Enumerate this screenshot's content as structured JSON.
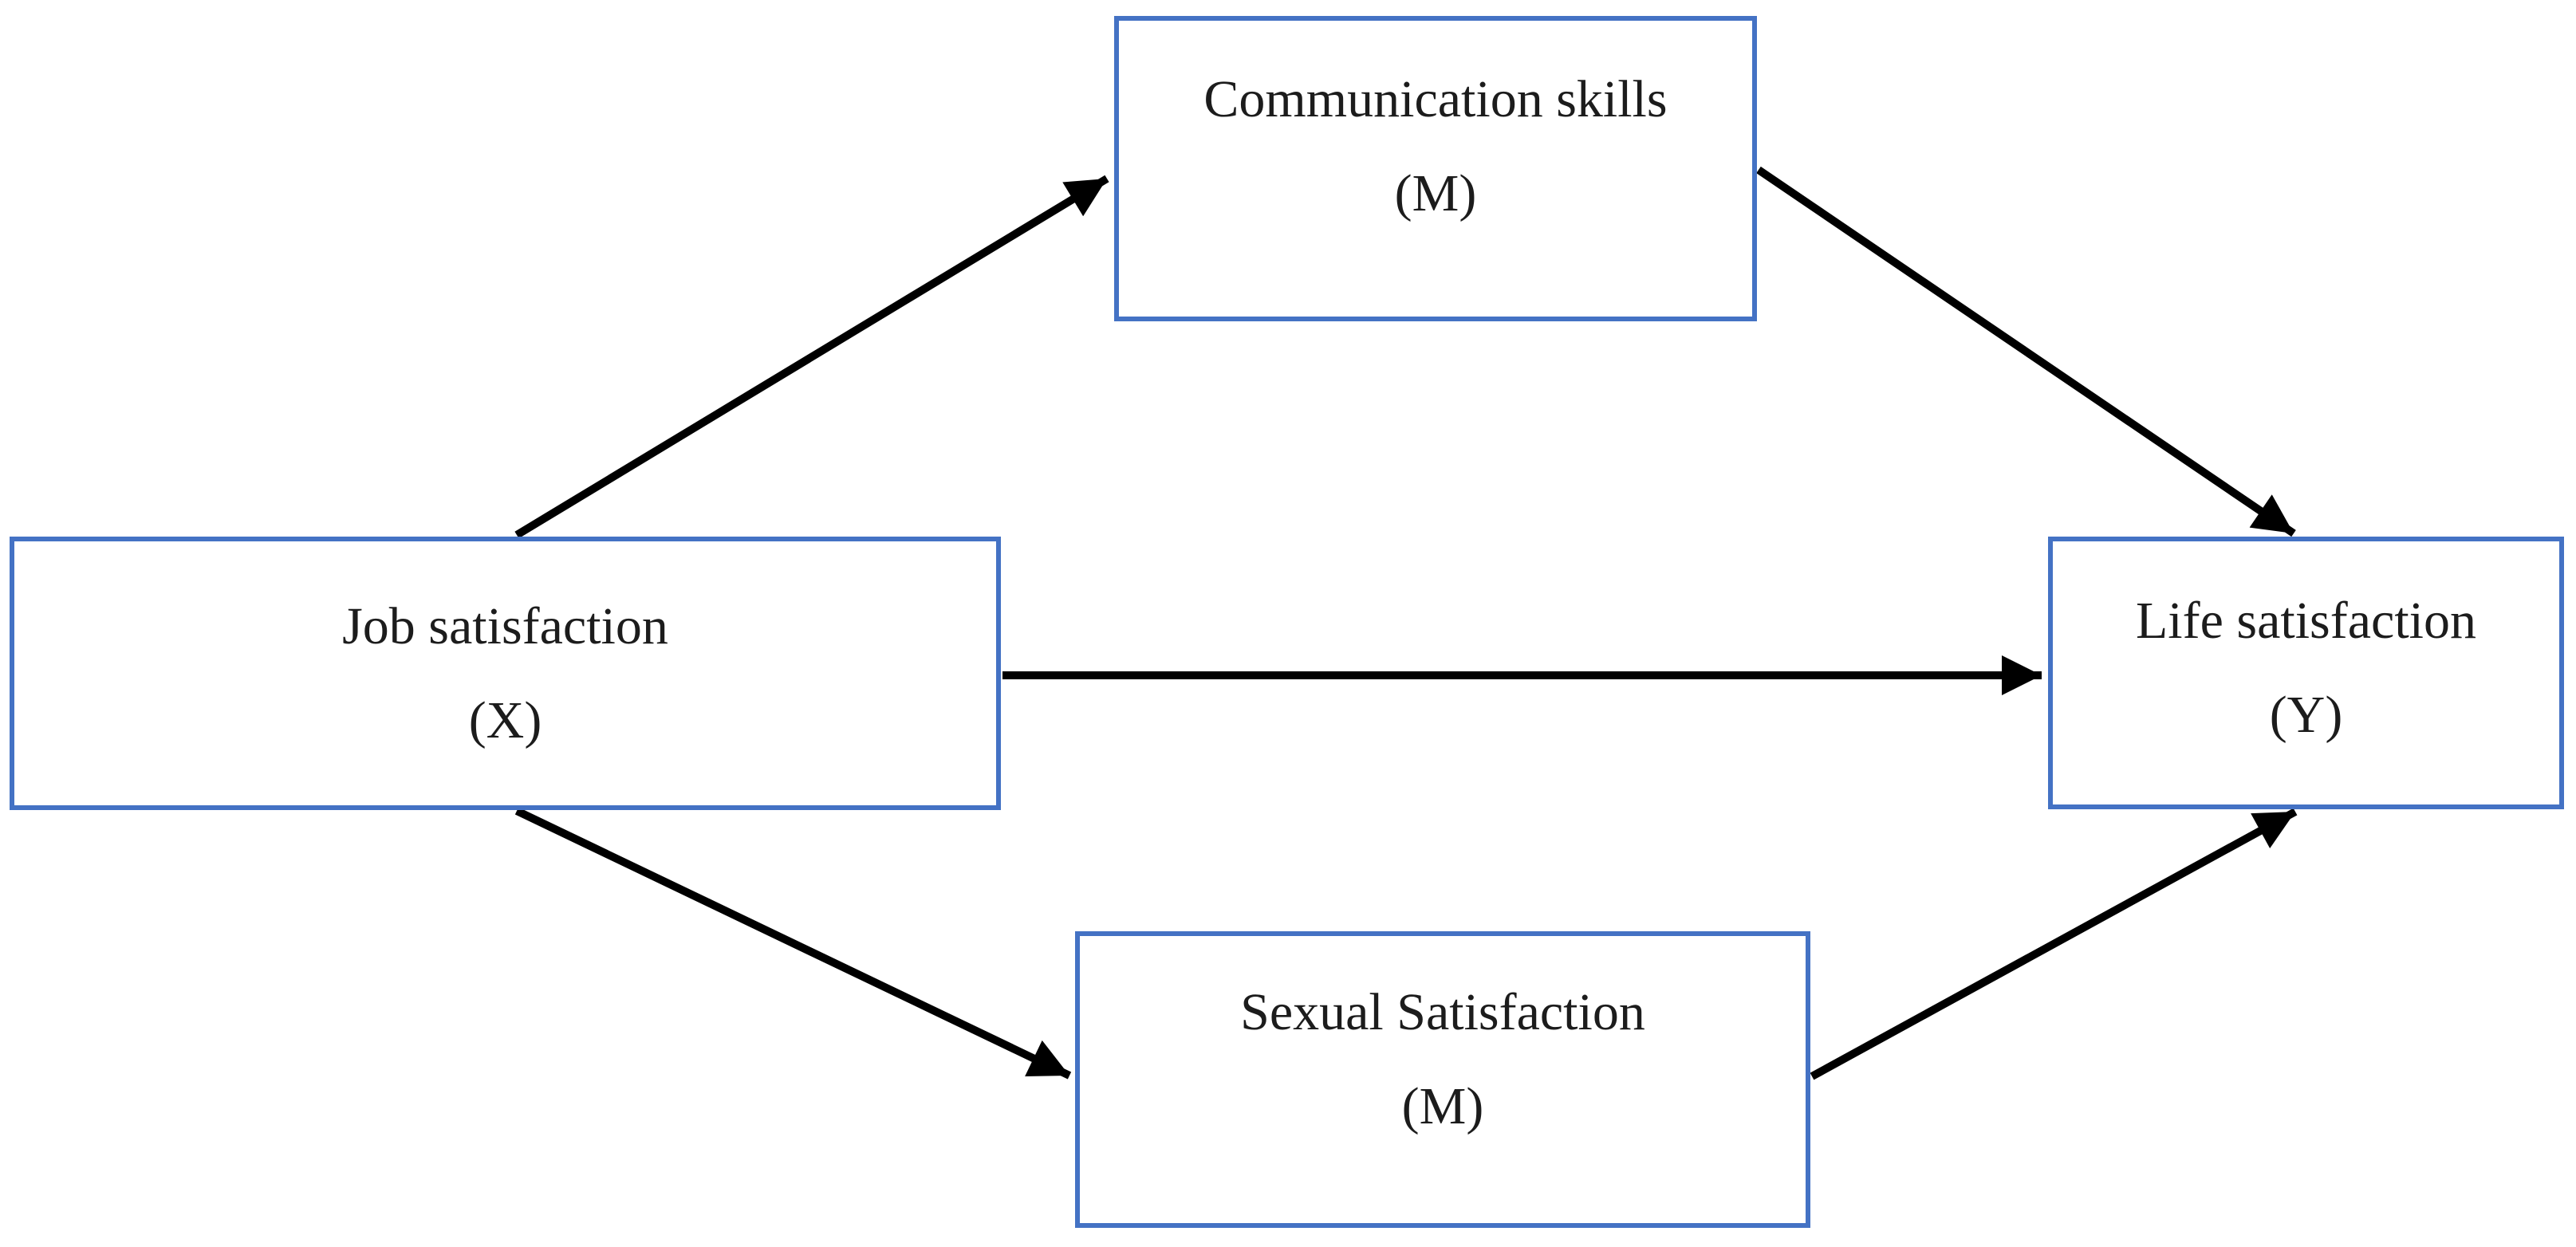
{
  "diagram": {
    "type": "mediation-model",
    "background_color": "#ffffff",
    "box_border_color": "#4472C4",
    "arrow_color": "#000000",
    "text_color": "#1c1c1c",
    "nodes": {
      "x": {
        "label": "Job satisfaction",
        "role": "(X)"
      },
      "m1": {
        "label": "Communication skills",
        "role": "(M)"
      },
      "m2": {
        "label": "Sexual Satisfaction",
        "role": "(M)"
      },
      "y": {
        "label": "Life satisfaction",
        "role": "(Y)"
      }
    },
    "edges": [
      {
        "from": "x",
        "to": "m1"
      },
      {
        "from": "m1",
        "to": "y"
      },
      {
        "from": "x",
        "to": "y"
      },
      {
        "from": "x",
        "to": "m2"
      },
      {
        "from": "m2",
        "to": "y"
      }
    ]
  }
}
